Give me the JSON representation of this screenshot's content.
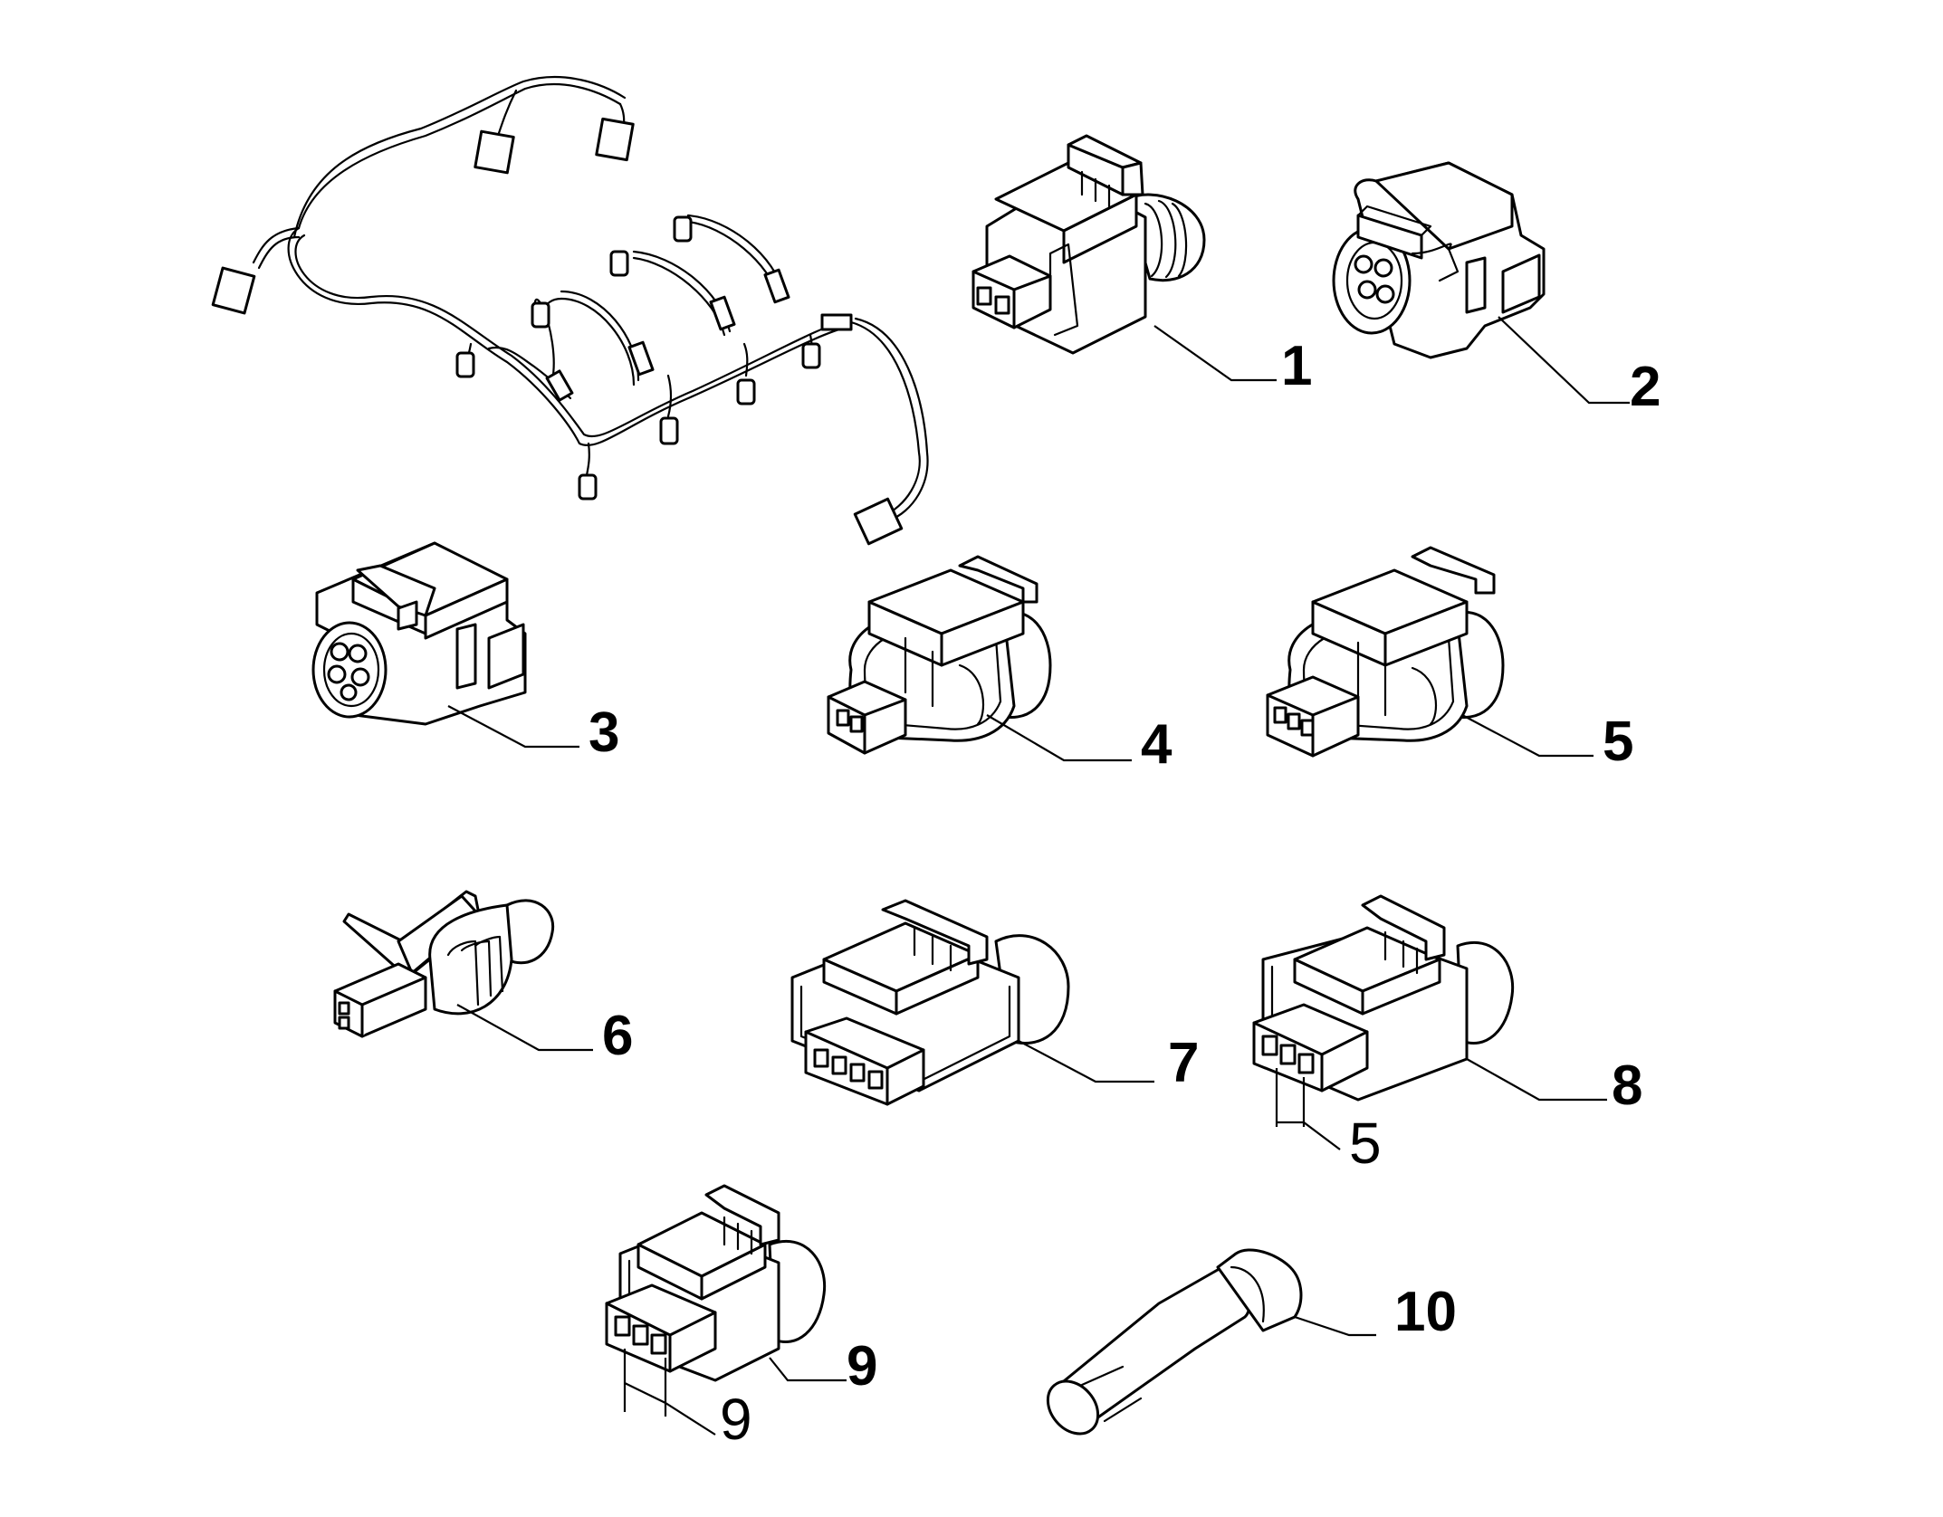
{
  "callouts": [
    {
      "id": "c1",
      "label": "1"
    },
    {
      "id": "c2",
      "label": "2"
    },
    {
      "id": "c3",
      "label": "3"
    },
    {
      "id": "c4",
      "label": "4"
    },
    {
      "id": "c5",
      "label": "5"
    },
    {
      "id": "c6",
      "label": "6"
    },
    {
      "id": "c7",
      "label": "7"
    },
    {
      "id": "c8",
      "label": "8"
    },
    {
      "id": "c9",
      "label": "9"
    },
    {
      "id": "c10",
      "label": "10"
    }
  ],
  "dimensions": {
    "part8_pitch": "5",
    "part9_pitch": "9"
  },
  "colors": {
    "line": "#000000",
    "background": "#ffffff"
  }
}
